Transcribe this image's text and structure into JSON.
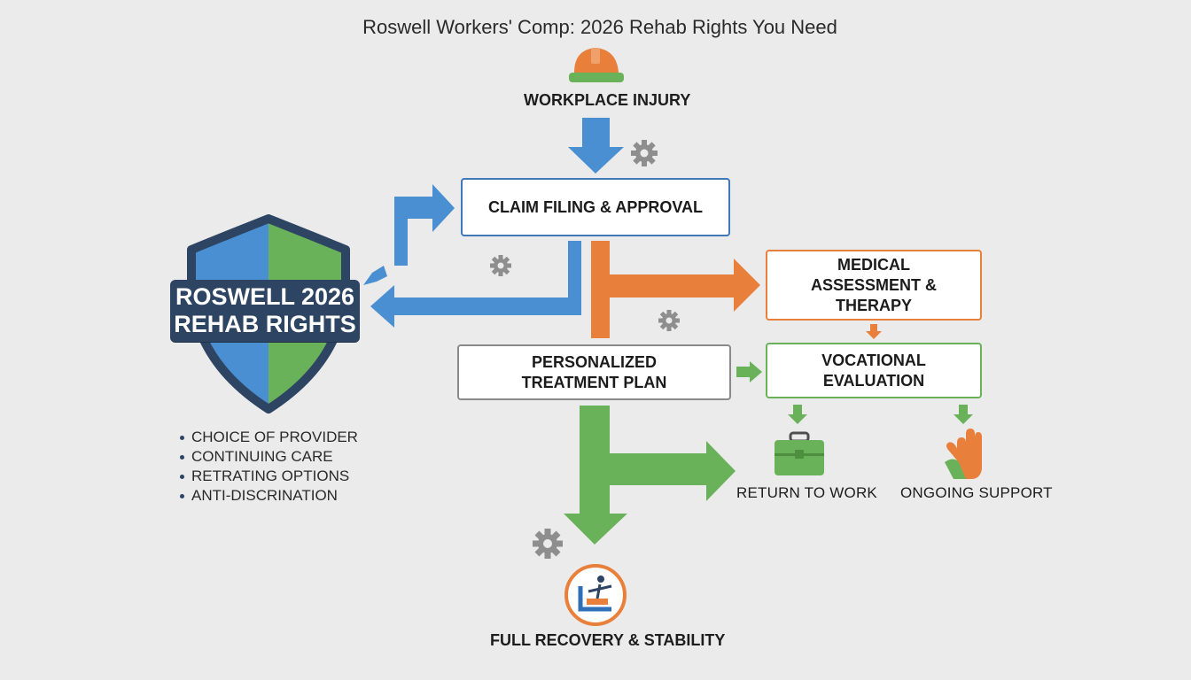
{
  "title": "Roswell Workers' Comp: 2026 Rehab Rights You Need",
  "nodes": {
    "injury": "WORKPLACE INJURY",
    "claim": "CLAIM FILING & APPROVAL",
    "medical": "MEDICAL\nASSESSMENT &\nTHERAPY",
    "treatment": "PERSONALIZED\nTREATMENT PLAN",
    "vocational": "VOCATIONAL\nEVALUATION",
    "return_to_work": "RETURN TO WORK",
    "ongoing_support": "ONGOING SUPPORT",
    "recovery": "FULL RECOVERY & STABILITY"
  },
  "shield": {
    "line1": "ROSWELL 2026",
    "line2": "REHAB RIGHTS"
  },
  "rights": [
    "CHOICE OF PROVIDER",
    "CONTINUING CARE",
    "RETRATING OPTIONS",
    "ANTI-DISCRINATION"
  ],
  "colors": {
    "blue": "#4a8fd1",
    "orange": "#e8803c",
    "green": "#6ab25a",
    "navy": "#2d4462",
    "gear": "#8e8e8e"
  },
  "icons": {
    "injury": "hard-hat-icon",
    "return_to_work": "toolbox-icon",
    "ongoing_support": "hand-icon",
    "recovery": "stretching-person-icon",
    "decor": "gear-icon"
  }
}
